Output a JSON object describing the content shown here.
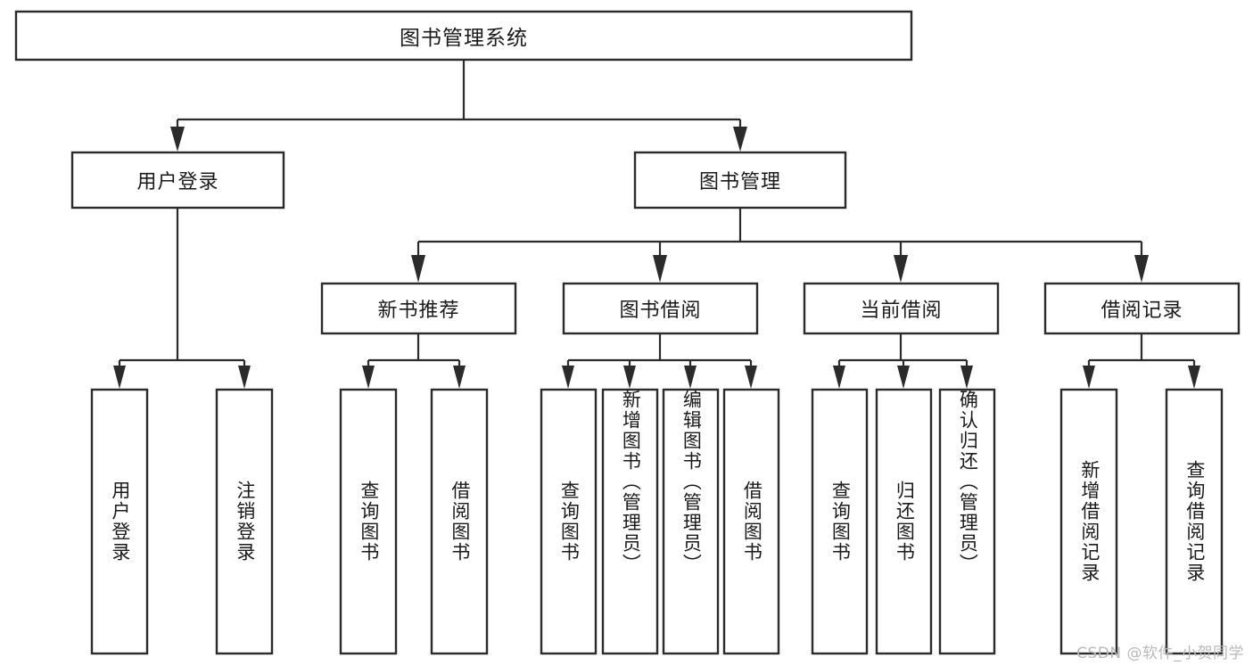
{
  "diagram": {
    "title": "图书管理系统",
    "type": "hierarchy-tree",
    "root": {
      "id": "root",
      "label": "图书管理系统",
      "orientation": "horizontal"
    },
    "level2": [
      {
        "id": "user-login",
        "label": "用户登录",
        "orientation": "horizontal"
      },
      {
        "id": "book-management",
        "label": "图书管理",
        "orientation": "horizontal"
      }
    ],
    "level3": [
      {
        "id": "new-book-recommend",
        "label": "新书推荐",
        "orientation": "horizontal",
        "parent": "book-management"
      },
      {
        "id": "book-borrow",
        "label": "图书借阅",
        "orientation": "horizontal",
        "parent": "book-management"
      },
      {
        "id": "current-borrow",
        "label": "当前借阅",
        "orientation": "horizontal",
        "parent": "book-management"
      },
      {
        "id": "borrow-record",
        "label": "借阅记录",
        "orientation": "horizontal",
        "parent": "book-management"
      }
    ],
    "leaves": [
      {
        "id": "leaf-user-login",
        "label": "用户登录",
        "orientation": "vertical",
        "parent": "user-login"
      },
      {
        "id": "leaf-logout-login",
        "label": "注销登录",
        "orientation": "vertical",
        "parent": "user-login"
      },
      {
        "id": "leaf-query-book-1",
        "label": "查询图书",
        "orientation": "vertical",
        "parent": "new-book-recommend"
      },
      {
        "id": "leaf-borrow-book-1",
        "label": "借阅图书",
        "orientation": "vertical",
        "parent": "new-book-recommend"
      },
      {
        "id": "leaf-query-book-2",
        "label": "查询图书",
        "orientation": "vertical",
        "parent": "book-borrow"
      },
      {
        "id": "leaf-add-book",
        "label": "新增图书（管理员）",
        "orientation": "vertical",
        "parent": "book-borrow"
      },
      {
        "id": "leaf-edit-book",
        "label": "编辑图书（管理员）",
        "orientation": "vertical",
        "parent": "book-borrow"
      },
      {
        "id": "leaf-borrow-book-2",
        "label": "借阅图书",
        "orientation": "vertical",
        "parent": "book-borrow"
      },
      {
        "id": "leaf-query-book-3",
        "label": "查询图书",
        "orientation": "vertical",
        "parent": "current-borrow"
      },
      {
        "id": "leaf-return-book",
        "label": "归还图书",
        "orientation": "vertical",
        "parent": "current-borrow"
      },
      {
        "id": "leaf-confirm-return",
        "label": "确认归还（管理员）",
        "orientation": "vertical",
        "parent": "current-borrow"
      },
      {
        "id": "leaf-add-record",
        "label": "新增借阅记录",
        "orientation": "vertical",
        "parent": "borrow-record"
      },
      {
        "id": "leaf-query-record",
        "label": "查询借阅记录",
        "orientation": "vertical",
        "parent": "borrow-record"
      }
    ],
    "colors": {
      "box_stroke": "#2b2b2b",
      "box_fill": "#ffffff",
      "text": "#1a1a1a",
      "background": "#ffffff",
      "watermark": "#b9b9b9"
    }
  },
  "watermark": {
    "text": "CSDN @软件_小贺同学"
  }
}
